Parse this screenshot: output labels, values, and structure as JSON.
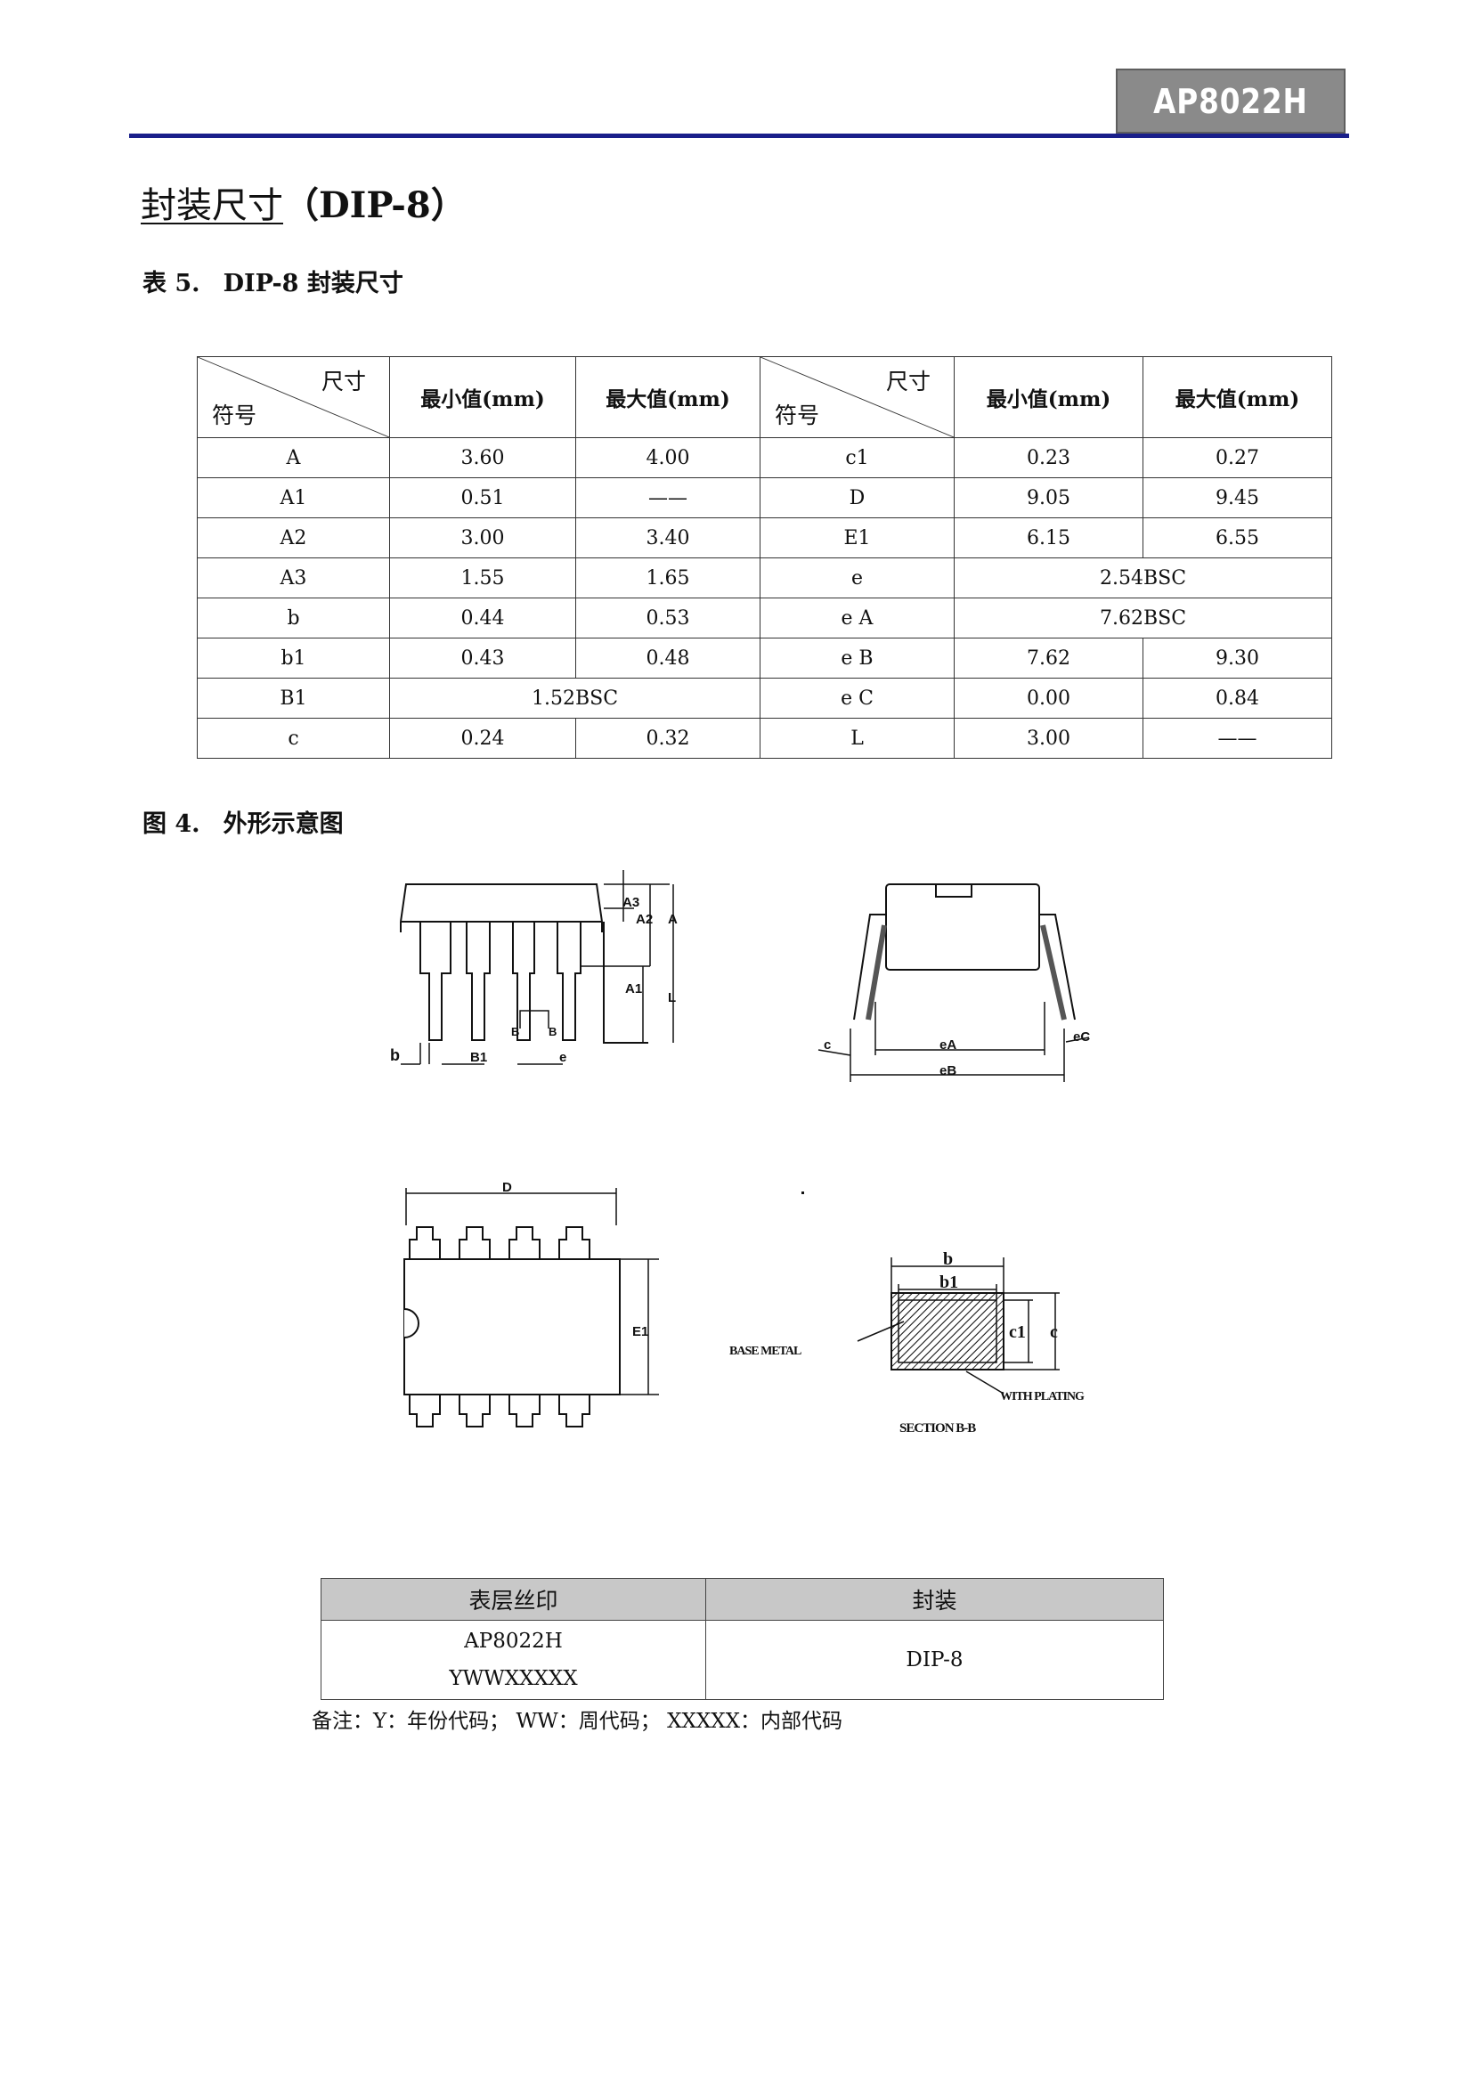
{
  "header": {
    "badge": "AP8022H"
  },
  "section": {
    "title_cn": "封装尺寸",
    "title_paren": "（DIP-8）"
  },
  "table_caption": {
    "number": "表 5.",
    "text": "DIP-8 封装尺寸"
  },
  "dimension_table": {
    "header": {
      "diag_top": "尺寸",
      "diag_bottom": "符号",
      "min": "最小值(mm)",
      "max": "最大值(mm)"
    },
    "rows": [
      {
        "sym": "A",
        "min": "3.60",
        "max": "4.00",
        "sym2": "c1",
        "min2": "0.23",
        "max2": "0.27"
      },
      {
        "sym": "A1",
        "min": "0.51",
        "max": "——",
        "sym2": "D",
        "min2": "9.05",
        "max2": "9.45"
      },
      {
        "sym": "A2",
        "min": "3.00",
        "max": "3.40",
        "sym2": "E1",
        "min2": "6.15",
        "max2": "6.55"
      },
      {
        "sym": "A3",
        "min": "1.55",
        "max": "1.65",
        "sym2": "e",
        "span2": "2.54BSC"
      },
      {
        "sym": "b",
        "min": "0.44",
        "max": "0.53",
        "sym2": "e A",
        "span2": "7.62BSC"
      },
      {
        "sym": "b1",
        "min": "0.43",
        "max": "0.48",
        "sym2": "e B",
        "min2": "7.62",
        "max2": "9.30"
      },
      {
        "sym": "B1",
        "span": "1.52BSC",
        "sym2": "e C",
        "min2": "0.00",
        "max2": "0.84"
      },
      {
        "sym": "c",
        "min": "0.24",
        "max": "0.32",
        "sym2": "L",
        "min2": "3.00",
        "max2": "——"
      }
    ]
  },
  "figure_caption": {
    "number": "图 4.",
    "text": "外形示意图"
  },
  "diagram_labels": {
    "front": {
      "A3": "A3",
      "A2": "A2",
      "A": "A",
      "A1": "A1",
      "L": "L",
      "b": "b",
      "B1": "B1",
      "B": "B",
      "B_2": "B",
      "e": "e"
    },
    "side": {
      "c": "c",
      "eA": "eA",
      "eB": "eB",
      "eC": "eC"
    },
    "top": {
      "D": "D",
      "E1": "E1"
    },
    "section": {
      "b": "b",
      "b1": "b1",
      "c1": "c1",
      "c": "c",
      "base_metal": "BASE METAL",
      "with_plating": "WITH PLATING",
      "title": "SECTION B-B"
    }
  },
  "marking_table": {
    "headers": [
      "表层丝印",
      "封装"
    ],
    "marking_lines": [
      "AP8022H",
      "YWWXXXXX"
    ],
    "package": "DIP-8"
  },
  "note": "备注：Y：年份代码；  WW：周代码；  XXXXX：内部代码"
}
